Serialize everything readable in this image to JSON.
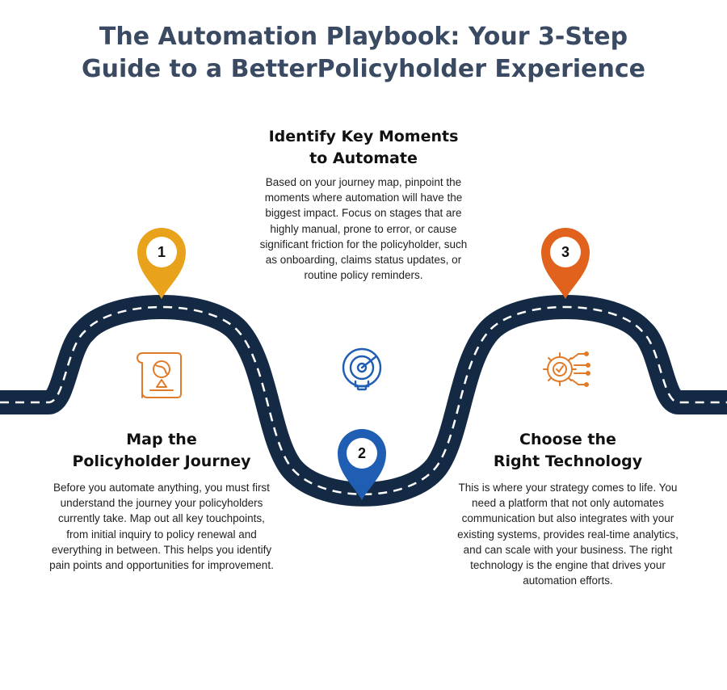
{
  "title": {
    "line1": "The Automation Playbook:  Your 3-Step",
    "line2": "Guide to a BetterPolicyholder Experience"
  },
  "steps": [
    {
      "number": "1",
      "color": "#e8a21c",
      "icon": "map-journey-icon",
      "heading_line1": "Map the",
      "heading_line2": "Policyholder Journey",
      "body": "Before you automate anything, you must first understand the journey your policyholders currently take. Map out all key touchpoints, from initial inquiry to policy renewal and everything in between. This helps you identify pain points and opportunities for improvement."
    },
    {
      "number": "2",
      "color": "#1f5eb3",
      "icon": "target-search-icon",
      "heading_line1": "Identify Key Moments",
      "heading_line2": "to Automate",
      "body": "Based on your journey map, pinpoint the moments where automation will have the biggest impact. Focus on stages that are highly manual, prone to error, or cause significant friction for the policyholder, such as onboarding, claims status updates, or routine policy reminders."
    },
    {
      "number": "3",
      "color": "#e0621c",
      "icon": "gear-check-circuit-icon",
      "heading_line1": "Choose the",
      "heading_line2": "Right Technology",
      "body": "This is where your strategy comes to life. You need a platform that not only automates communication but also integrates with your existing systems, provides real-time analytics, and can scale with your business. The right technology is the engine that drives your automation efforts."
    }
  ],
  "stray_mark": "3",
  "colors": {
    "road": "#142a44",
    "title": "#3b4a63",
    "icon_orange": "#e07b2a",
    "icon_blue": "#1f5eb3"
  }
}
